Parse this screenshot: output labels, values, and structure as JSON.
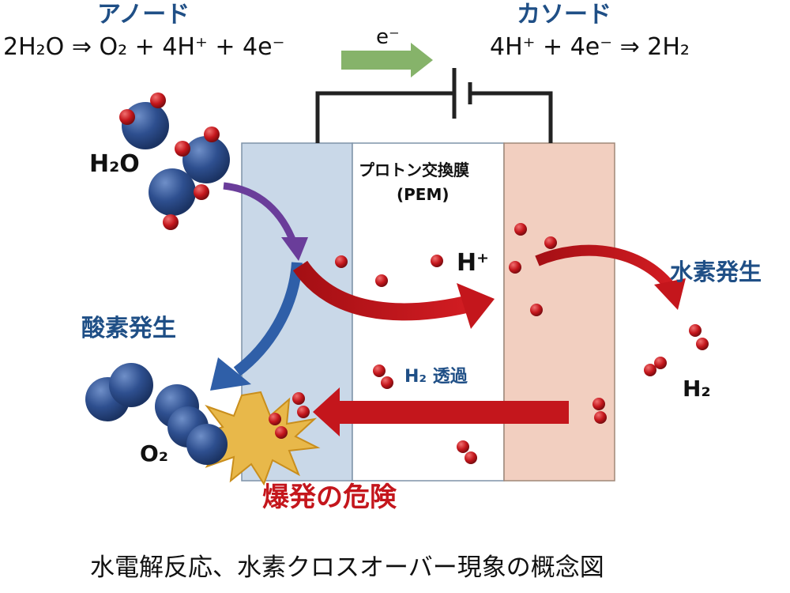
{
  "labels": {
    "anode_title": "アノード",
    "cathode_title": "カソード",
    "anode_eq": "2H₂O ⇒ O₂ + 4H⁺ + 4e⁻",
    "cathode_eq": "4H⁺ + 4e⁻ ⇒ 2H₂",
    "electron": "e⁻",
    "water": "H₂O",
    "pem_name": "プロトン交換膜",
    "pem_abbr": "(PEM)",
    "proton": "H⁺",
    "hydrogen_gen": "水素発生",
    "oxygen_gen": "酸素発生",
    "crossover": "H₂ 透過",
    "hydrogen": "H₂",
    "oxygen": "O₂",
    "danger": "爆発の危険",
    "caption": "水電解反応、水素クロスオーバー現象の概念図"
  },
  "colors": {
    "anode_fill": "#c9d8e8",
    "pem_fill": "#ffffff",
    "cathode_fill": "#f2cfc0",
    "oxygen_atom": "#2e4f8f",
    "hydrogen_atom": "#c4161c",
    "red_arrow": "#c4161c",
    "blue_arrow": "#2f5fa8",
    "purple_arrow": "#6a3d9a",
    "electron_arrow": "#86b36a",
    "explosion": "#e8b84a",
    "label_blue": "#1f4f86"
  }
}
